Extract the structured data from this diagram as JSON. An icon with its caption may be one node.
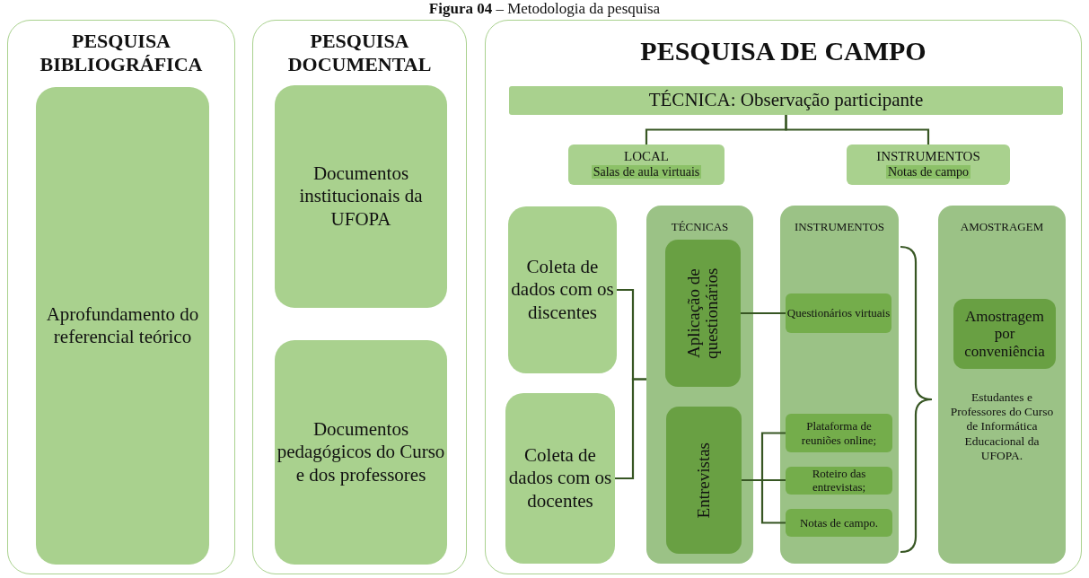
{
  "diagram": {
    "title": "**Figura 04** – Metodologia da pesquisa",
    "nodes": [
      {
        "text": [
          "PESQUISA BIBLIOGRÁFICA"
        ]
      },
      {
        "text": [
          "Aprofundamento do referencial teórico"
        ],
        "in": 0
      },
      {
        "text": [
          "PESQUISA DOCUMENTAL"
        ]
      },
      {
        "text": [
          "Documentos institucionais da UFOPA"
        ],
        "in": 2
      },
      {
        "text": [
          "Documentos pedagógicos do Curso e dos professores"
        ],
        "in": 2
      },
      {
        "text": [
          "PESQUISA DE CAMPO"
        ]
      },
      {
        "text": [
          "TÉCNICA: Observação participante"
        ],
        "in": 5
      },
      {
        "text": [
          "LOCAL",
          "Salas de aula virtuais"
        ],
        "in": 5
      },
      {
        "text": [
          "INSTRUMENTOS",
          "Notas de campo"
        ],
        "in": 5
      },
      {
        "text": [
          "Coleta de dados com os discentes"
        ],
        "in": 5
      },
      {
        "text": [
          "Coleta de dados com os docentes"
        ],
        "in": 5
      },
      {
        "text": [
          "TÉCNICAS"
        ],
        "in": 5
      },
      {
        "text": [
          "Aplicação de questionários"
        ],
        "in": 11
      },
      {
        "text": [
          "Entrevistas"
        ],
        "in": 11
      },
      {
        "text": [
          "INSTRUMENTOS"
        ],
        "in": 5
      },
      {
        "text": [
          "Questionários virtuais"
        ],
        "in": 14
      },
      {
        "text": [
          "Plataforma de reuniões online;"
        ],
        "in": 14
      },
      {
        "text": [
          "Roteiro das entrevistas;"
        ],
        "in": 14
      },
      {
        "text": [
          "Notas de campo."
        ],
        "in": 14
      },
      {
        "text": [
          "AMOSTRAGEM",
          "Estudantes e Professores do Curso de Informática Educacional da UFOPA."
        ],
        "in": 5
      },
      {
        "text": [
          "Amostragem por conveniência"
        ],
        "in": 19
      }
    ],
    "edges": [
      {
        "from": 6,
        "to": 7,
        "arrow": "none"
      },
      {
        "from": 6,
        "to": 8,
        "arrow": "none"
      },
      {
        "from": 9,
        "to": 11,
        "arrow": "none"
      },
      {
        "from": 10,
        "to": 11,
        "arrow": "none"
      },
      {
        "from": 12,
        "to": 15,
        "arrow": "none"
      },
      {
        "from": 13,
        "to": 16,
        "arrow": "none"
      },
      {
        "from": 13,
        "to": 17,
        "arrow": "none"
      },
      {
        "from": 13,
        "to": 18,
        "arrow": "none"
      }
    ]
  }
}
